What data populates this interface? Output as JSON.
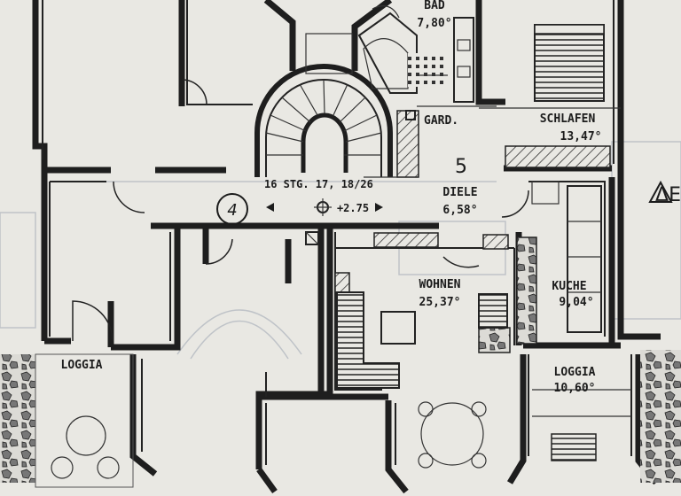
{
  "floorplan": {
    "rooms": [
      {
        "id": "bad",
        "name": "BAD",
        "area": "7,80°"
      },
      {
        "id": "schlafen",
        "name": "SCHLAFEN",
        "area": "13,47°"
      },
      {
        "id": "diele",
        "name": "DIELE",
        "area": "6,58°"
      },
      {
        "id": "wohnen",
        "name": "WOHNEN",
        "area": "25,37°"
      },
      {
        "id": "kuche",
        "name": "KUCHE",
        "area": "9,04°"
      },
      {
        "id": "loggia_right",
        "name": "LOGGIA",
        "area": "10,60°"
      },
      {
        "id": "loggia_left",
        "name": "LOGGIA",
        "area": ""
      }
    ],
    "gard_label": "GARD.",
    "unit_number": "5",
    "stair_label": "16 STG. 17, 18/26",
    "level_label": "+2.75",
    "stair_number": "4",
    "edge_symbol": "ΔE"
  }
}
